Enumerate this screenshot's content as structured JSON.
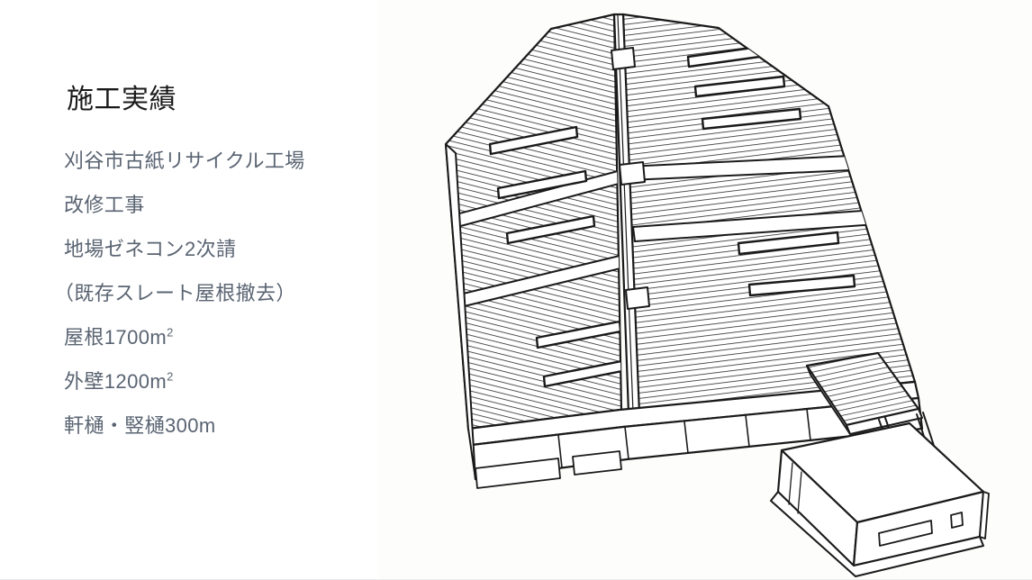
{
  "heading": "施工実績",
  "specs": [
    {
      "text": "刈谷市古紙リサイクル工場",
      "indent": true
    },
    {
      "text": "改修工事",
      "indent": true
    },
    {
      "text": "地場ゼネコン2次請",
      "indent": true
    },
    {
      "text": "（既存スレート屋根撤去）",
      "indent": false
    },
    {
      "text": "屋根1700m",
      "sup": "2",
      "indent": true
    },
    {
      "text": "外壁1200m",
      "sup": "2",
      "indent": true
    },
    {
      "text": "軒樋・竪樋300m",
      "indent": true
    }
  ],
  "spec_lines": {
    "line1": "刈谷市古紙リサイクル工場",
    "line2": "改修工事",
    "line3": "地場ゼネコン2次請",
    "line4": "（既存スレート屋根撤去）",
    "line5_base": "屋根1700m",
    "line5_sup": "2",
    "line6_base": "外壁1200m",
    "line6_sup": "2",
    "line7": "軒樋・竪樋300m"
  },
  "illustration": {
    "name": "factory-building-isometric-line-drawing",
    "description": "刈谷市古紙リサイクル工場 俯瞰線画",
    "stroke_color": "#1a1a1a",
    "fill_color": "#ffffff",
    "background_color": "#fdfdfb",
    "parts": [
      "main-roof-north-slope",
      "main-roof-south-slope",
      "roof-ridge-gutter",
      "skylight-strips",
      "eaves-gutter",
      "downspout-boxes",
      "side-wall",
      "connector-canopy",
      "annex-building"
    ]
  },
  "colors": {
    "heading_text": "#1a1a1a",
    "body_text": "#5a6472",
    "page_background": "#ffffff",
    "illustration_background": "#fdfdfb",
    "bottom_border": "#e8eaed"
  }
}
